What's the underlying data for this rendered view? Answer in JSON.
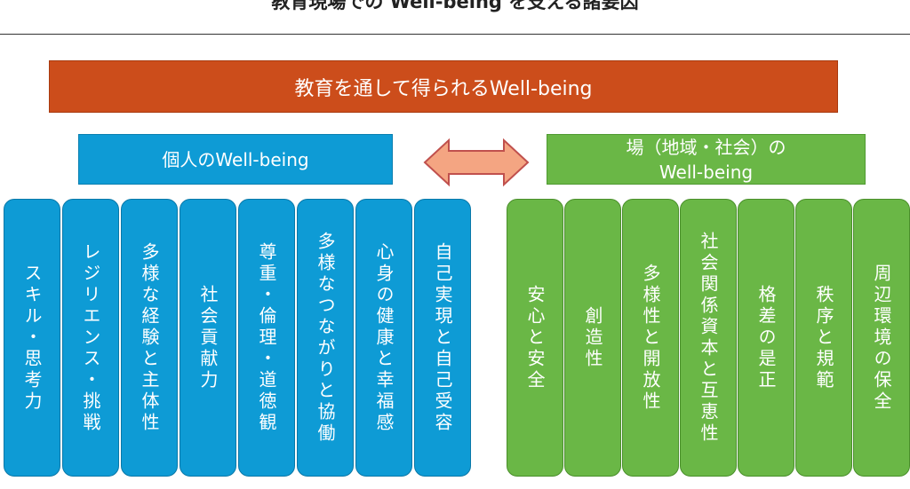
{
  "title": "教育現場での Well-being を支える諸要因",
  "banner": {
    "label": "教育を通して得られるWell-being",
    "color": "#cc4d1b"
  },
  "individual": {
    "header": "個人のWell-being",
    "color": "#0e9bd5",
    "items": [
      "スキル・思考力",
      "レジリエンス・挑戦",
      "多様な経験と主体性",
      "社会貢献力",
      "尊重・倫理・道徳観",
      "多様なつながりと協働",
      "心身の健康と幸福感",
      "自己実現と自己受容"
    ]
  },
  "community": {
    "header_line1": "場（地域・社会）の",
    "header_line2": "Well-being",
    "color": "#6ab746",
    "items": [
      "安心と安全",
      "創造性",
      "多様性と開放性",
      "社会関係資本と互恵性",
      "格差の是正",
      "秩序と規範",
      "周辺環境の保全"
    ]
  },
  "connector": {
    "icon": "double-arrow-icon",
    "fill": "#f4a582",
    "stroke": "#c0504d"
  }
}
